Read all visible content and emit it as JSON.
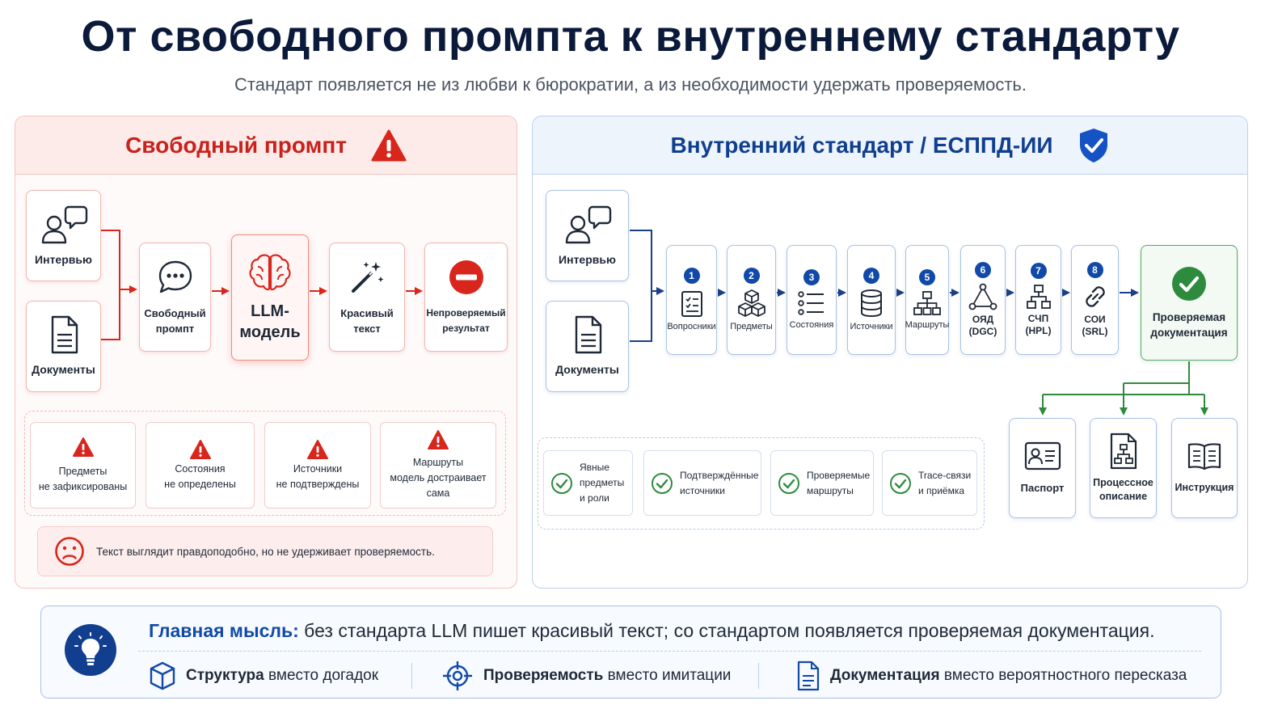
{
  "title": "От свободного промпта к внутреннему стандарту",
  "subtitle": "Стандарт появляется не из любви к бюрократии, а из необходимости удержать проверяемость.",
  "colors": {
    "red": "#c8221b",
    "blue": "#1149a8",
    "green": "#2e8b3e",
    "navy": "#0b1a3a"
  },
  "left": {
    "title": "Свободный промпт",
    "inputs": [
      "Интервью",
      "Документы"
    ],
    "flow": [
      {
        "label": "Свободный\nпромпт",
        "icon": "chat-bubble-icon"
      },
      {
        "label": "LLM-\nмодель",
        "icon": "brain-icon"
      },
      {
        "label": "Красивый\nтекст",
        "icon": "magic-wand-icon"
      },
      {
        "label": "Непроверяемый\nрезультат",
        "icon": "no-entry-icon"
      }
    ],
    "warnings": [
      "Предметы\nне зафиксированы",
      "Состояния\nне определены",
      "Источники\nне подтверждены",
      "Маршруты\nмодель достраивает\nсама"
    ],
    "conclusion": "Текст выглядит правдоподобно, но не удерживает проверяемость."
  },
  "right": {
    "title": "Внутренний стандарт / ЕСППД-ИИ",
    "inputs": [
      "Интервью",
      "Документы"
    ],
    "steps": [
      {
        "num": "1",
        "label": "Вопросники",
        "icon": "checklist-icon"
      },
      {
        "num": "2",
        "label": "Предметы",
        "icon": "cubes-icon"
      },
      {
        "num": "3",
        "label": "Состояния",
        "icon": "list-icon"
      },
      {
        "num": "4",
        "label": "Источники",
        "icon": "database-icon"
      },
      {
        "num": "5",
        "label": "Маршруты",
        "icon": "org-chart-icon"
      },
      {
        "num": "6",
        "label": "ОЯД\n(DGC)",
        "icon": "graph-icon"
      },
      {
        "num": "7",
        "label": "СЧП\n(HPL)",
        "icon": "hierarchy-icon"
      },
      {
        "num": "8",
        "label": "СОИ\n(SRL)",
        "icon": "link-icon"
      }
    ],
    "result": "Проверяемая\nдокументация",
    "checks": [
      "Явные\nпредметы\nи роли",
      "Подтверждённые\nисточники",
      "Проверяемые\nмаршруты",
      "Trace-связи\nи приёмка"
    ],
    "outputs": [
      {
        "label": "Паспорт",
        "icon": "id-card-icon"
      },
      {
        "label": "Процессное\nописание",
        "icon": "process-doc-icon"
      },
      {
        "label": "Инструкция",
        "icon": "book-icon"
      }
    ]
  },
  "bottom": {
    "main_key": "Главная мысль:",
    "main_text": " без стандарта LLM пишет красивый текст; со стандартом появляется проверяемая документация.",
    "items": [
      {
        "key": "Структура",
        "rest": " вместо догадок",
        "icon": "cube-icon"
      },
      {
        "key": "Проверяемость",
        "rest": " вместо имитации",
        "icon": "target-icon"
      },
      {
        "key": "Документация",
        "rest": " вместо вероятностного пересказа",
        "icon": "document-icon"
      }
    ]
  }
}
